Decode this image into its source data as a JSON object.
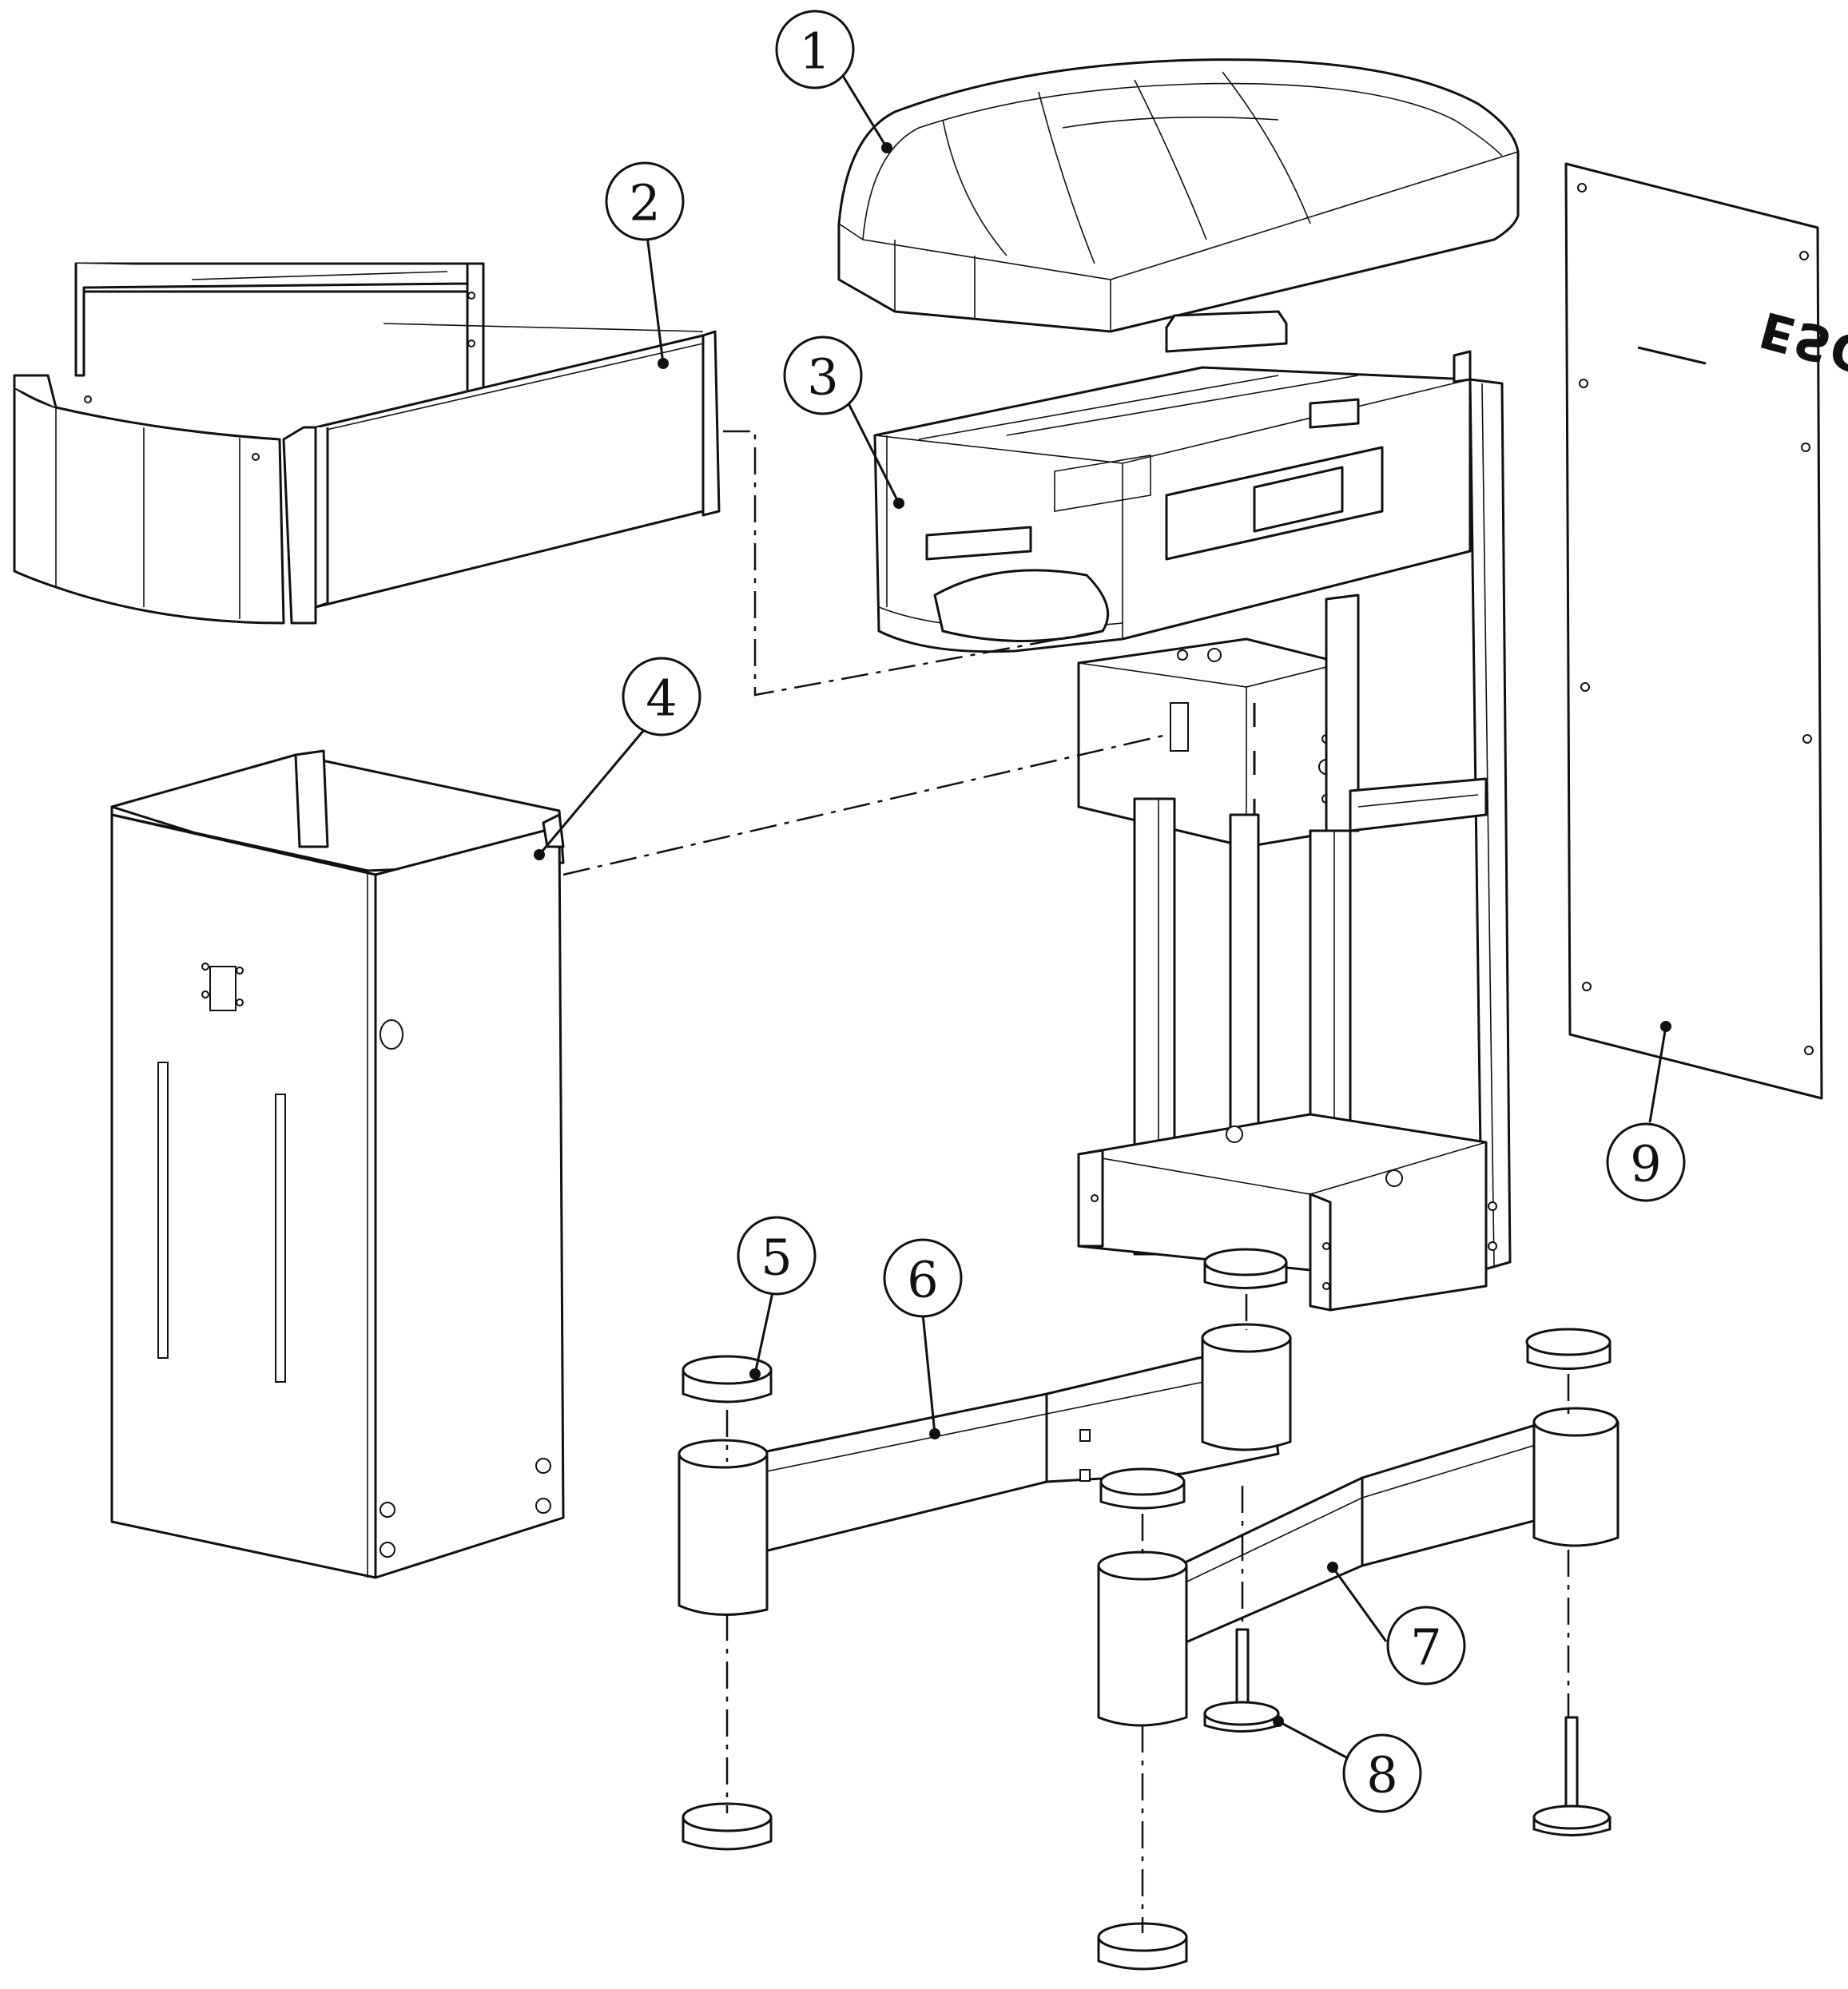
{
  "diagram": {
    "type": "exploded-assembly-drawing",
    "balloons": [
      {
        "label": "1"
      },
      {
        "label": "2"
      },
      {
        "label": "3"
      },
      {
        "label": "4"
      },
      {
        "label": "5"
      },
      {
        "label": "6"
      },
      {
        "label": "7"
      },
      {
        "label": "8"
      },
      {
        "label": "9"
      }
    ],
    "panel_logo": "ESCHER",
    "colors": {
      "line": "#111111",
      "background": "#ffffff"
    }
  }
}
